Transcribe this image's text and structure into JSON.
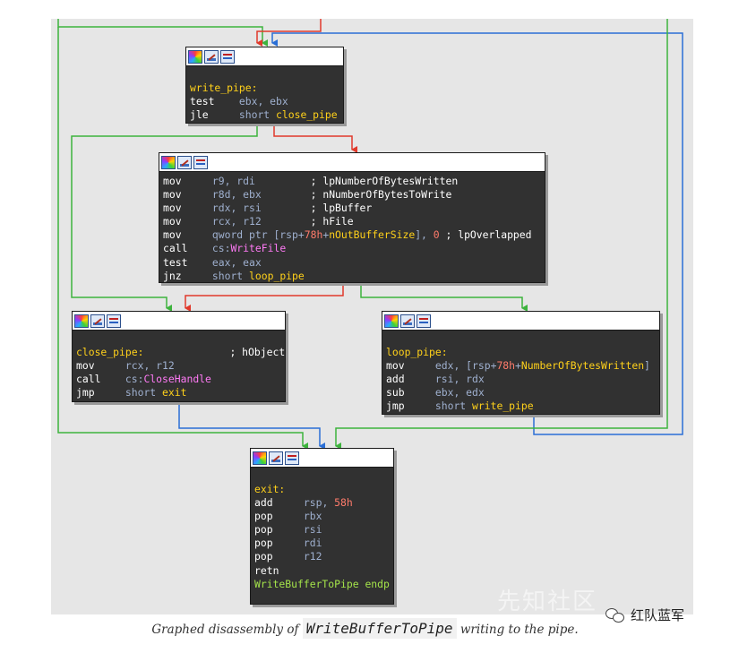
{
  "nodes": {
    "write_pipe": {
      "lines": [
        {
          "c": [
            [
              "lbl",
              "write_pipe:"
            ]
          ]
        },
        {
          "c": [
            [
              "mn",
              "test"
            ],
            [
              "tx",
              "    "
            ],
            [
              "op",
              "ebx, ebx"
            ]
          ]
        },
        {
          "c": [
            [
              "mn",
              "jle"
            ],
            [
              "tx",
              "     "
            ],
            [
              "op",
              "short "
            ],
            [
              "nm",
              "close_pipe"
            ]
          ]
        }
      ]
    },
    "writefile_block": {
      "lines": [
        {
          "c": [
            [
              "mn",
              "mov"
            ],
            [
              "tx",
              "     "
            ],
            [
              "op",
              "r9, rdi"
            ],
            [
              "tx",
              "         "
            ],
            [
              "cm",
              "; lpNumberOfBytesWritten"
            ]
          ]
        },
        {
          "c": [
            [
              "mn",
              "mov"
            ],
            [
              "tx",
              "     "
            ],
            [
              "op",
              "r8d, ebx"
            ],
            [
              "tx",
              "        "
            ],
            [
              "cm",
              "; nNumberOfBytesToWrite"
            ]
          ]
        },
        {
          "c": [
            [
              "mn",
              "mov"
            ],
            [
              "tx",
              "     "
            ],
            [
              "op",
              "rdx, rsi"
            ],
            [
              "tx",
              "        "
            ],
            [
              "cm",
              "; lpBuffer"
            ]
          ]
        },
        {
          "c": [
            [
              "mn",
              "mov"
            ],
            [
              "tx",
              "     "
            ],
            [
              "op",
              "rcx, r12"
            ],
            [
              "tx",
              "        "
            ],
            [
              "cm",
              "; hFile"
            ]
          ]
        },
        {
          "c": [
            [
              "mn",
              "mov"
            ],
            [
              "tx",
              "     "
            ],
            [
              "op",
              "qword ptr [rsp+"
            ],
            [
              "num",
              "78h"
            ],
            [
              "op",
              "+"
            ],
            [
              "nm",
              "nOutBufferSize"
            ],
            [
              "op",
              "], "
            ],
            [
              "num",
              "0"
            ],
            [
              "tx",
              " "
            ],
            [
              "cm",
              "; lpOverlapped"
            ]
          ]
        },
        {
          "c": [
            [
              "mn",
              "call"
            ],
            [
              "tx",
              "    "
            ],
            [
              "op",
              "cs:"
            ],
            [
              "fn",
              "WriteFile"
            ]
          ]
        },
        {
          "c": [
            [
              "mn",
              "test"
            ],
            [
              "tx",
              "    "
            ],
            [
              "op",
              "eax, eax"
            ]
          ]
        },
        {
          "c": [
            [
              "mn",
              "jnz"
            ],
            [
              "tx",
              "     "
            ],
            [
              "op",
              "short "
            ],
            [
              "nm",
              "loop_pipe"
            ]
          ]
        }
      ]
    },
    "close_pipe": {
      "lines": [
        {
          "c": [
            [
              "lbl",
              "close_pipe:"
            ],
            [
              "tx",
              "              "
            ],
            [
              "cm",
              "; hObject"
            ]
          ]
        },
        {
          "c": [
            [
              "mn",
              "mov"
            ],
            [
              "tx",
              "     "
            ],
            [
              "op",
              "rcx, r12"
            ]
          ]
        },
        {
          "c": [
            [
              "mn",
              "call"
            ],
            [
              "tx",
              "    "
            ],
            [
              "op",
              "cs:"
            ],
            [
              "fn",
              "CloseHandle"
            ]
          ]
        },
        {
          "c": [
            [
              "mn",
              "jmp"
            ],
            [
              "tx",
              "     "
            ],
            [
              "op",
              "short "
            ],
            [
              "nm",
              "exit"
            ]
          ]
        }
      ]
    },
    "loop_pipe": {
      "lines": [
        {
          "c": [
            [
              "lbl",
              "loop_pipe:"
            ]
          ]
        },
        {
          "c": [
            [
              "mn",
              "mov"
            ],
            [
              "tx",
              "     "
            ],
            [
              "op",
              "edx, [rsp+"
            ],
            [
              "num",
              "78h"
            ],
            [
              "op",
              "+"
            ],
            [
              "nm",
              "NumberOfBytesWritten"
            ],
            [
              "op",
              "]"
            ]
          ]
        },
        {
          "c": [
            [
              "mn",
              "add"
            ],
            [
              "tx",
              "     "
            ],
            [
              "op",
              "rsi, rdx"
            ]
          ]
        },
        {
          "c": [
            [
              "mn",
              "sub"
            ],
            [
              "tx",
              "     "
            ],
            [
              "op",
              "ebx, edx"
            ]
          ]
        },
        {
          "c": [
            [
              "mn",
              "jmp"
            ],
            [
              "tx",
              "     "
            ],
            [
              "op",
              "short "
            ],
            [
              "nm",
              "write_pipe"
            ]
          ]
        }
      ]
    },
    "exit": {
      "lines": [
        {
          "c": [
            [
              "lbl",
              "exit:"
            ]
          ]
        },
        {
          "c": [
            [
              "mn",
              "add"
            ],
            [
              "tx",
              "     "
            ],
            [
              "op",
              "rsp, "
            ],
            [
              "num",
              "58h"
            ]
          ]
        },
        {
          "c": [
            [
              "mn",
              "pop"
            ],
            [
              "tx",
              "     "
            ],
            [
              "op",
              "rbx"
            ]
          ]
        },
        {
          "c": [
            [
              "mn",
              "pop"
            ],
            [
              "tx",
              "     "
            ],
            [
              "op",
              "rsi"
            ]
          ]
        },
        {
          "c": [
            [
              "mn",
              "pop"
            ],
            [
              "tx",
              "     "
            ],
            [
              "op",
              "rdi"
            ]
          ]
        },
        {
          "c": [
            [
              "mn",
              "pop"
            ],
            [
              "tx",
              "     "
            ],
            [
              "op",
              "r12"
            ]
          ]
        },
        {
          "c": [
            [
              "mn",
              "retn"
            ]
          ]
        },
        {
          "c": [
            [
              "endp",
              "WriteBufferToPipe endp"
            ]
          ]
        }
      ]
    }
  },
  "caption": {
    "prefix": "Graphed disassembly of",
    "code": "WriteBufferToPipe",
    "suffix": "writing to the pipe."
  },
  "watermark": {
    "site": "先知社区",
    "account": "红队蓝军"
  },
  "colors": {
    "edge_true": "#3db33d",
    "edge_false": "#e0392b",
    "edge_uncond": "#2a6fd6",
    "node_bg": "#313131",
    "graph_bg": "#e6e6e6",
    "label": "#ffd11a",
    "import": "#ff7af5",
    "number": "#ff7b6b"
  }
}
